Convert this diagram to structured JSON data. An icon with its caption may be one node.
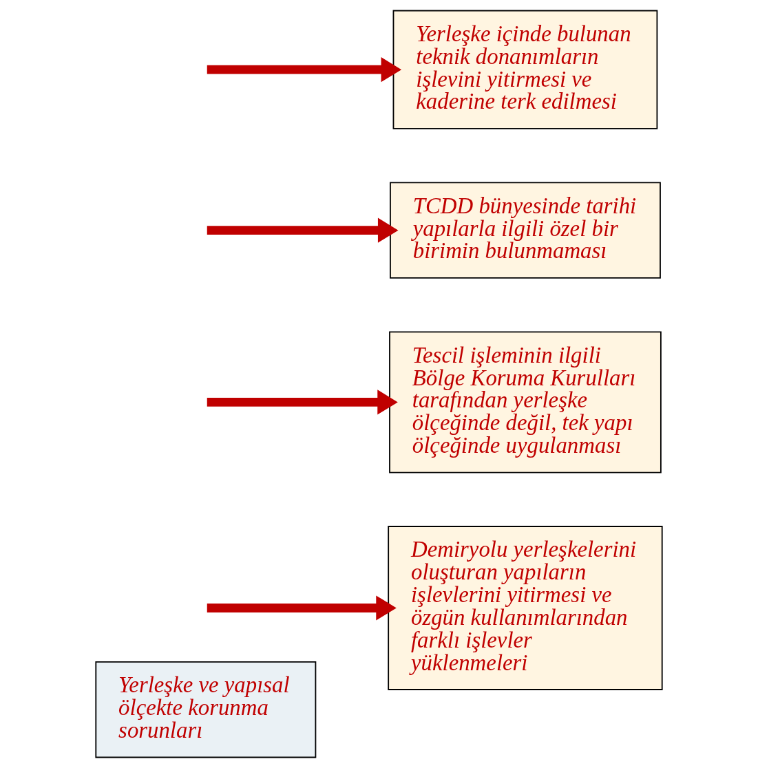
{
  "diagram": {
    "nodes": [
      {
        "text": [
          "Yerleşke ve yapısal ölçekte korunma sorunları"
        ]
      },
      {
        "text": [
          "Demiryolu yerleşkelerini oluşturan yapıların işlevlerini yitirmesi ve özgün kullanımlarından farklı işlevler yüklenmeleri"
        ]
      },
      {
        "text": [
          "Tescil işleminin ilgili Bölge Koruma Kurulları tarafından yerleşke ölçeğinde değil, tek yapı ölçeğinde uygulanması"
        ]
      },
      {
        "text": [
          "TCDD bünyesinde tarihi yapılarla ilgili özel bir birimin bulunmaması"
        ]
      },
      {
        "text": [
          "Yerleşke içinde bulunan teknik donanımların işlevini yitirmesi ve kaderine terk edilmesi"
        ]
      }
    ],
    "edges": [
      {
        "from": null,
        "to": 1,
        "arrow": "to"
      },
      {
        "from": null,
        "to": 2,
        "arrow": "to"
      },
      {
        "from": null,
        "to": 3,
        "arrow": "to"
      },
      {
        "from": null,
        "to": 4,
        "arrow": "to"
      }
    ]
  }
}
